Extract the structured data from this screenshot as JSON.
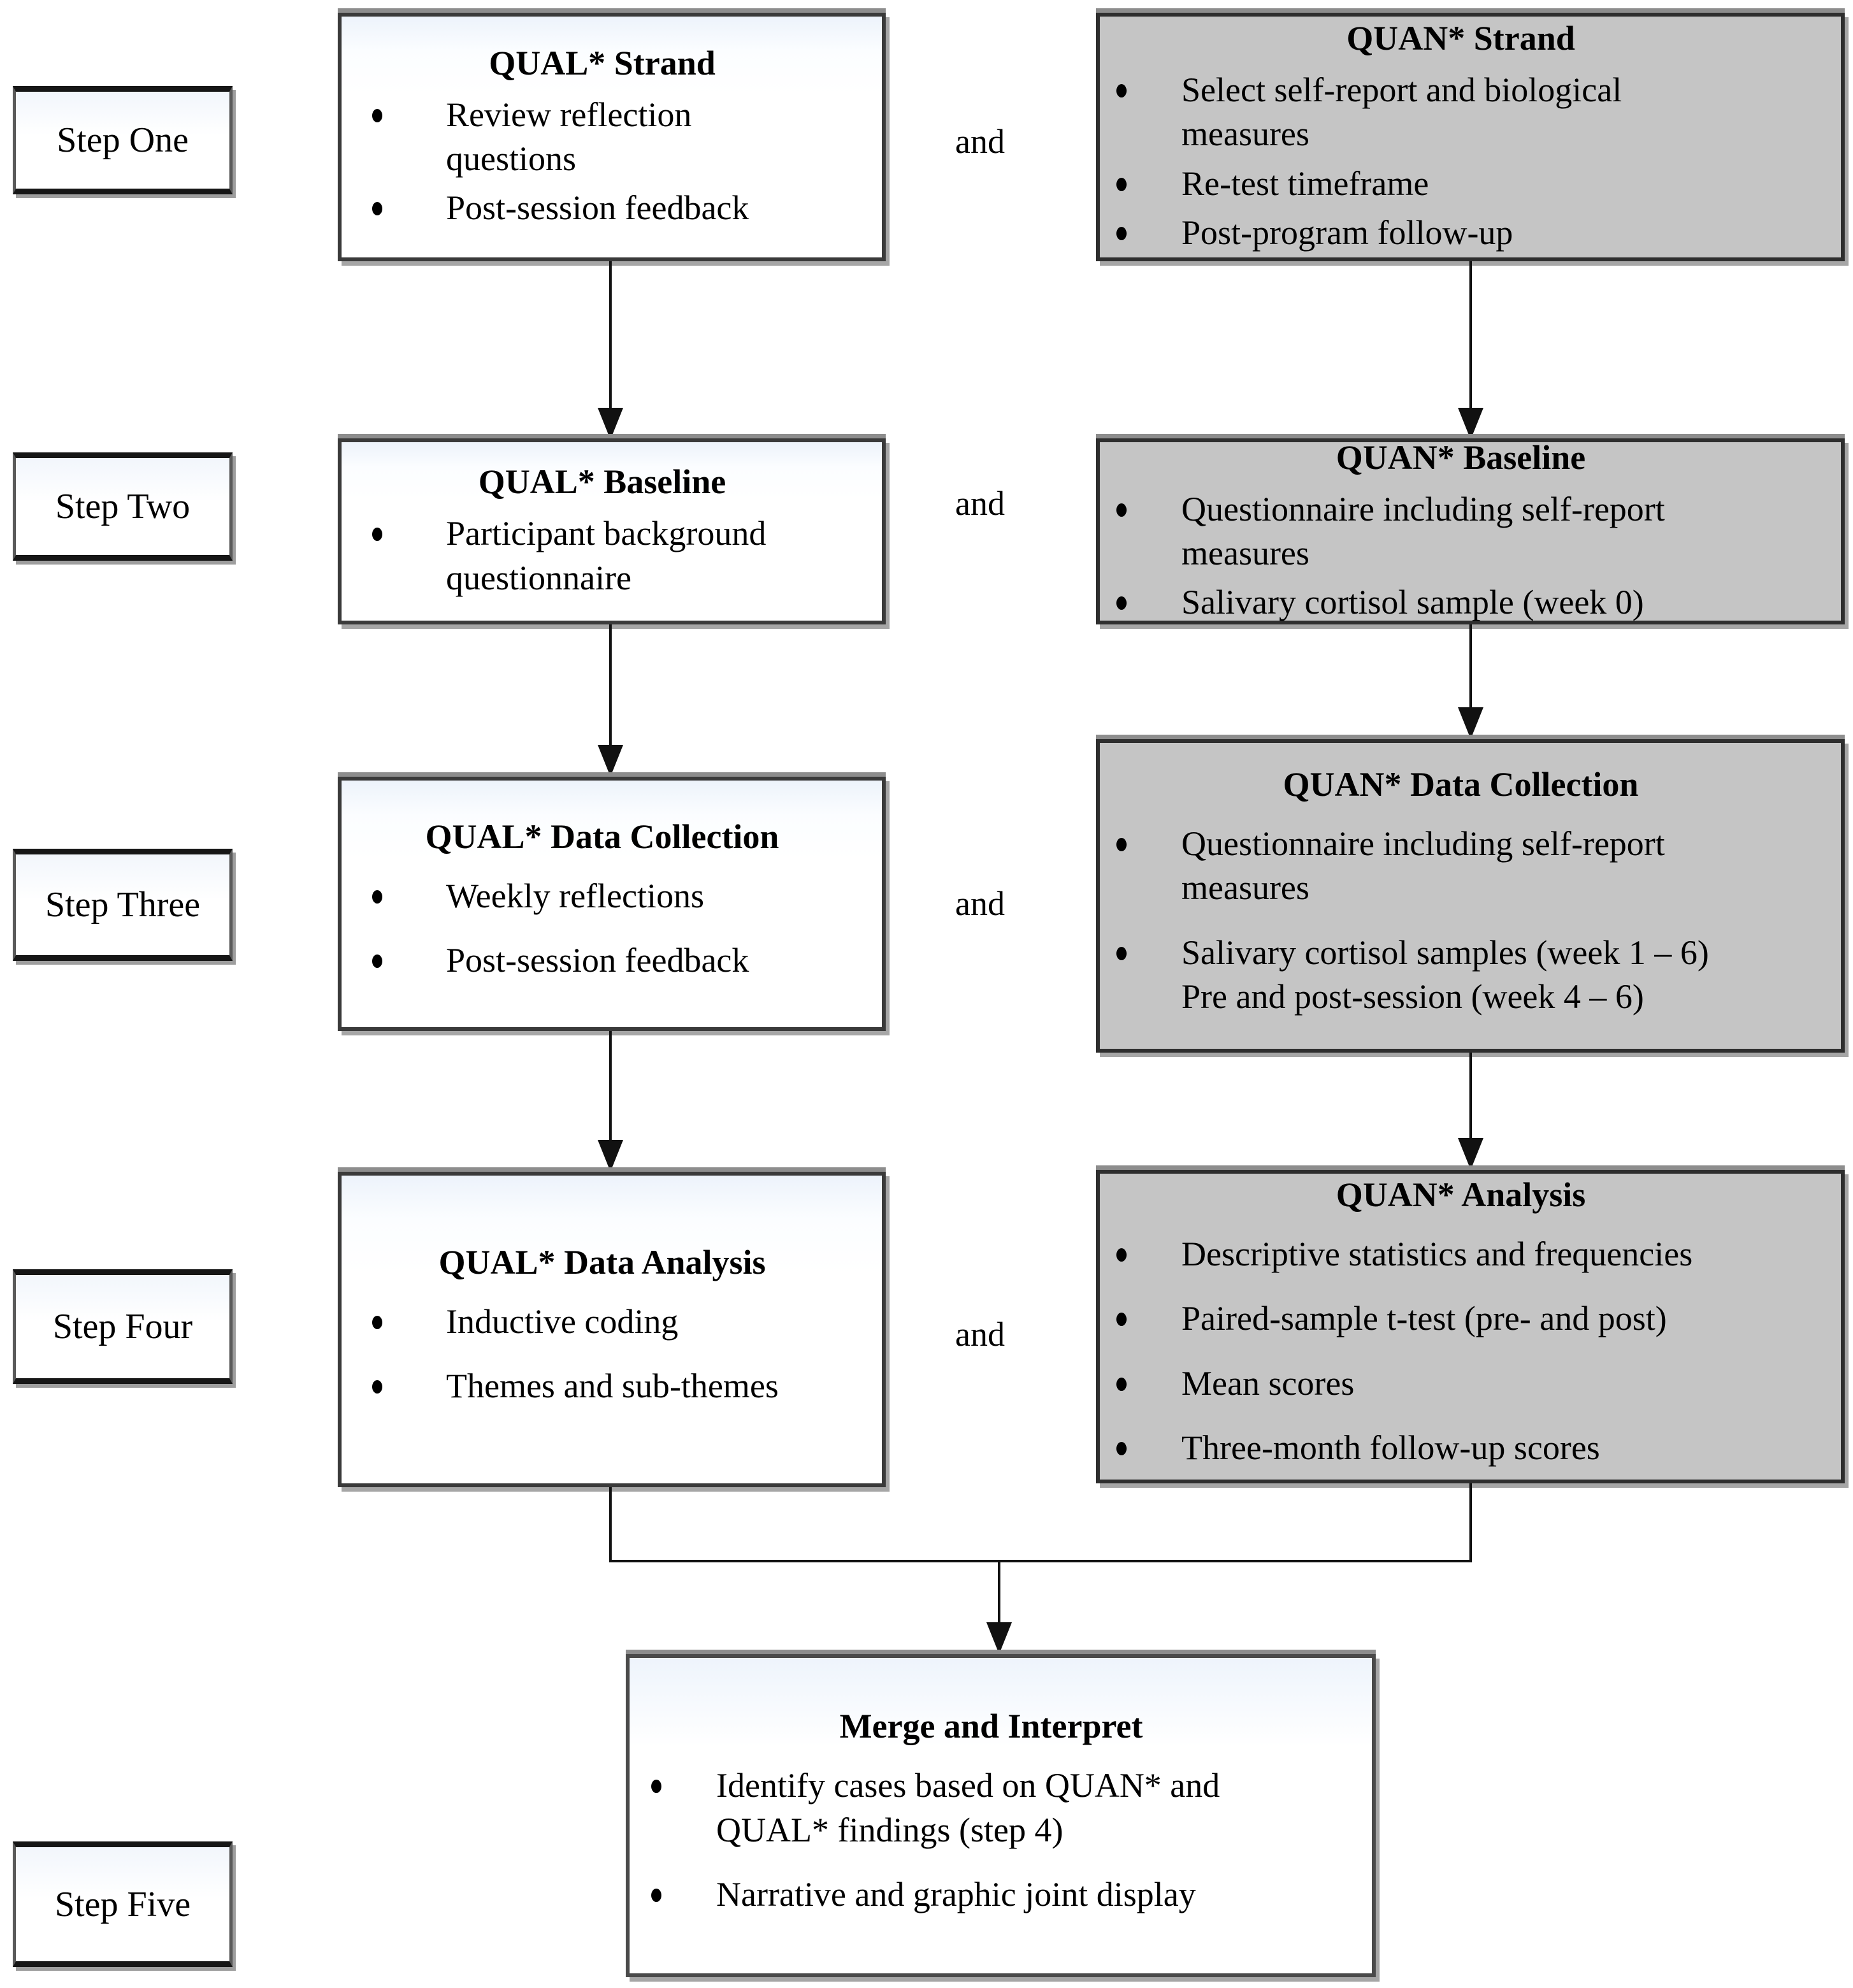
{
  "and_label": "and",
  "colors": {
    "background": "#ffffff",
    "qual_fill": "#ffffff",
    "quan_fill": "#c5c5c5",
    "box_border": "#3a3a3a",
    "text": "#000000",
    "arrow": "#111111"
  },
  "rows": [
    {
      "step": "Step One",
      "qual": {
        "title": "QUAL* Strand",
        "bullets": [
          "Review reflection\nquestions",
          "Post-session feedback"
        ]
      },
      "quan": {
        "title": "QUAN* Strand",
        "bullets": [
          "Select self-report and biological\nmeasures",
          "Re-test timeframe",
          "Post-program follow-up"
        ]
      }
    },
    {
      "step": "Step Two",
      "qual": {
        "title": "QUAL* Baseline",
        "bullets": [
          "Participant background\nquestionnaire"
        ]
      },
      "quan": {
        "title": "QUAN* Baseline",
        "bullets": [
          "Questionnaire including self-report\nmeasures",
          "Salivary cortisol sample (week 0)"
        ]
      }
    },
    {
      "step": "Step Three",
      "qual": {
        "title": "QUAL* Data Collection",
        "bullets": [
          "Weekly reflections",
          "Post-session feedback"
        ]
      },
      "quan": {
        "title": "QUAN* Data Collection",
        "bullets": [
          "Questionnaire including self-report\nmeasures",
          "Salivary cortisol samples (week 1 – 6)\nPre and post-session (week 4 – 6)"
        ]
      }
    },
    {
      "step": "Step Four",
      "qual": {
        "title": "QUAL* Data Analysis",
        "bullets": [
          "Inductive coding",
          "Themes and sub-themes"
        ]
      },
      "quan": {
        "title": "QUAN* Analysis",
        "bullets": [
          "Descriptive statistics and frequencies",
          "Paired-sample t-test (pre- and post)",
          "Mean scores",
          "Three-month follow-up scores"
        ]
      }
    }
  ],
  "merge": {
    "step": "Step Five",
    "title": "Merge and Interpret",
    "bullets": [
      "Identify cases based on QUAN* and\nQUAL* findings (step 4)",
      "Narrative and graphic joint display"
    ]
  }
}
